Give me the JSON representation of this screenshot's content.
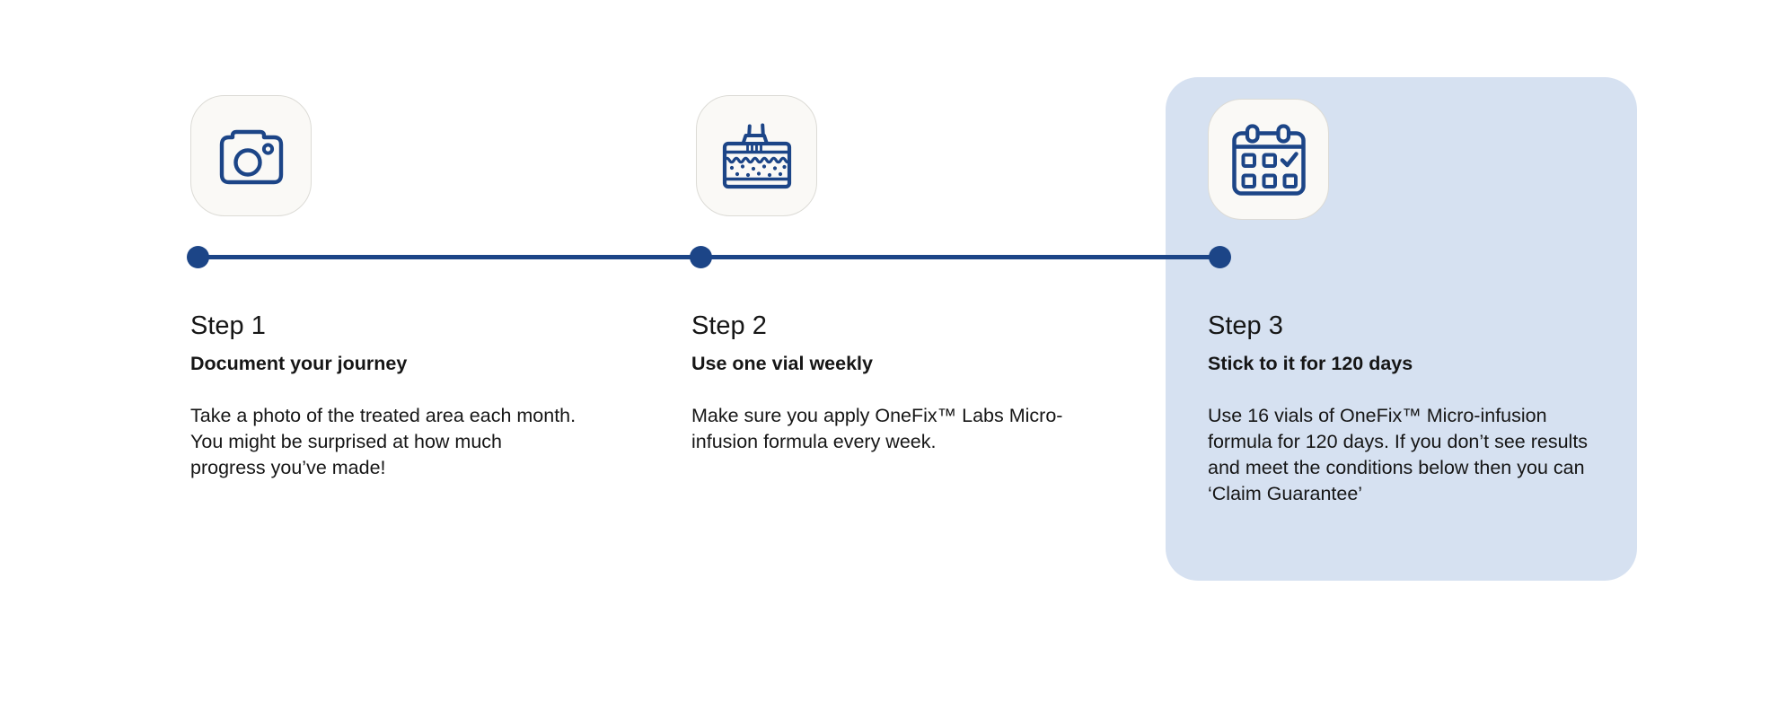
{
  "colors": {
    "navy": "#1C4587",
    "panel-bg": "#D6E1F1",
    "card-bg": "#FAF9F6",
    "card-border": "#DCDBD6",
    "text": "#161616",
    "page-bg": "#FFFFFF"
  },
  "steps": [
    {
      "heading": "Step 1",
      "subtitle": "Document your journey",
      "body_lines": [
        "Take a photo of the treated area each month.",
        "You might be surprised at how much",
        "progress you’ve made!"
      ],
      "icon": "camera-icon",
      "highlighted": false
    },
    {
      "heading": "Step 2",
      "subtitle": "Use one vial weekly",
      "body_lines": [
        "Make sure you apply OneFix™ Labs Micro-",
        "infusion formula every week."
      ],
      "icon": "microneedling-skin-icon",
      "highlighted": false
    },
    {
      "heading": "Step 3",
      "subtitle": "Stick to it for 120 days",
      "body_lines": [
        "Use 16 vials of OneFix™ Micro-infusion",
        "formula for 120 days. If you don’t see results",
        "and meet the conditions below then you can",
        "‘Claim Guarantee’"
      ],
      "icon": "calendar-check-icon",
      "highlighted": true
    }
  ]
}
